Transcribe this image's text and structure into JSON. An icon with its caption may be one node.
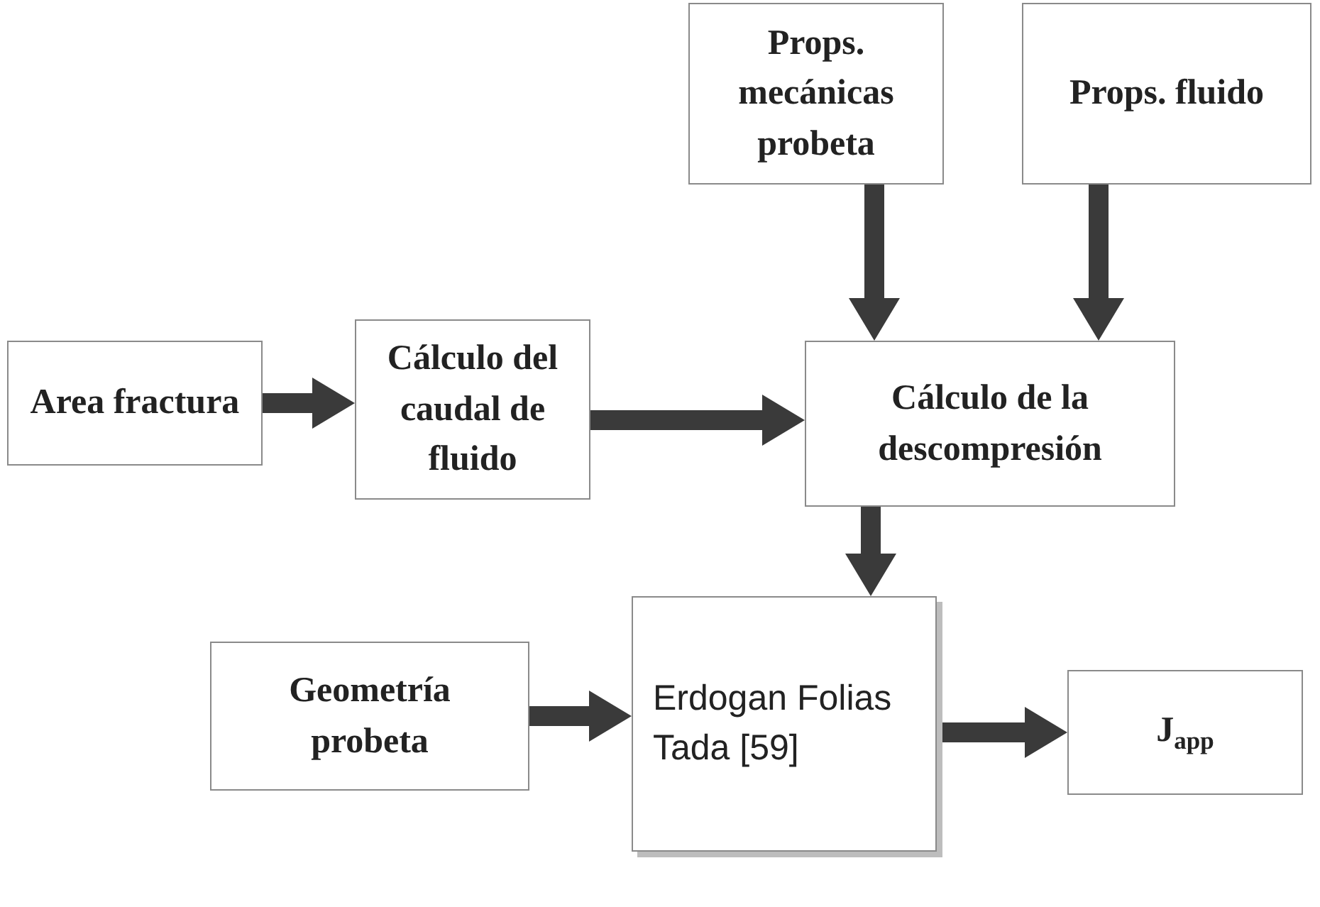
{
  "diagram": {
    "nodes": [
      {
        "text": [
          "Props. mecánicas probeta"
        ]
      },
      {
        "text": [
          "Props. fluido"
        ]
      },
      {
        "text": [
          "Area fractura"
        ]
      },
      {
        "text": [
          "Cálculo del caudal de fluido"
        ]
      },
      {
        "text": [
          "Cálculo de la descompresión"
        ]
      },
      {
        "text": [
          "Geometría probeta"
        ]
      },
      {
        "text": [
          "Erdogan Folias Tada [59]"
        ]
      },
      {
        "text": [
          "J$_{app}$"
        ]
      }
    ],
    "edges": [
      {
        "from": 2,
        "to": 3,
        "arrow": "to"
      },
      {
        "from": 3,
        "to": 4,
        "arrow": "to"
      },
      {
        "from": 0,
        "to": 4,
        "arrow": "to"
      },
      {
        "from": 1,
        "to": 4,
        "arrow": "to"
      },
      {
        "from": 4,
        "to": 6,
        "arrow": "to"
      },
      {
        "from": 5,
        "to": 6,
        "arrow": "to"
      },
      {
        "from": 6,
        "to": 7,
        "arrow": "to"
      }
    ]
  }
}
